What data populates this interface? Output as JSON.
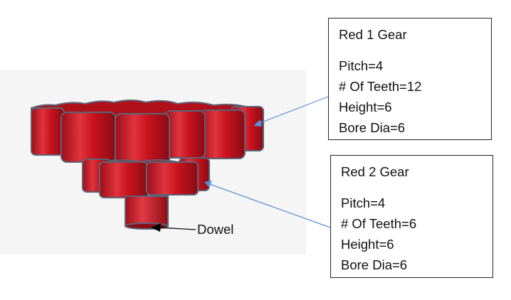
{
  "colors": {
    "gear_red": "#c8121e",
    "gear_dark": "#8a0c14",
    "gear_highlight": "#e2444c",
    "outline": "#5a6478",
    "callout_line": "#5b8fd6",
    "dowel_arrow": "#000000"
  },
  "gear1": {
    "title": "Red 1 Gear",
    "pitch": "Pitch=4",
    "teeth": "# Of Teeth=12",
    "height": "Height=6",
    "bore": "Bore Dia=6"
  },
  "gear2": {
    "title": "Red 2 Gear",
    "pitch": "Pitch=4",
    "teeth": "# Of Teeth=6",
    "height": "Height=6",
    "bore": "Bore Dia=6"
  },
  "dowel": {
    "label": "Dowel"
  }
}
